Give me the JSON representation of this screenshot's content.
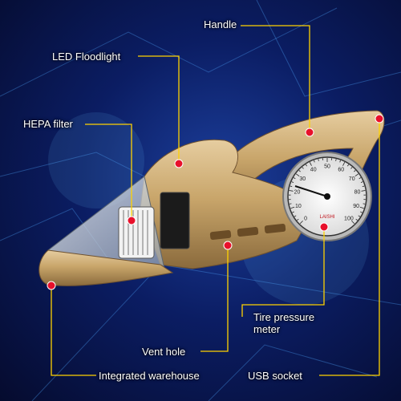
{
  "callouts": {
    "handle": "Handle",
    "led_floodlight": "LED Floodlight",
    "hepa_filter": "HEPA filter",
    "tire_pressure_meter": "Tire pressure meter",
    "vent_hole": "Vent hole",
    "integrated_warehouse": "Integrated warehouse",
    "usb_socket": "USB socket"
  },
  "gauge": {
    "scale_outer": [
      "0",
      "10",
      "20",
      "30",
      "40",
      "50",
      "60",
      "70",
      "80",
      "90",
      "100"
    ],
    "brand": "LAISHI"
  },
  "colors": {
    "background_dark": "#050b2e",
    "background_glow": "#1c3f9c",
    "callout_line": "#ffd200",
    "marker_dot": "#e8102b",
    "body_gold": "#c9a66b"
  }
}
